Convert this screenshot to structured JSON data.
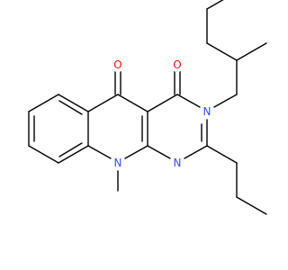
{
  "colors": {
    "background": "#ffffff",
    "bond": "#000000",
    "oxygen": "#ff0d0d",
    "nitrogen": "#3050f8",
    "carbon_label": "#000000"
  },
  "atoms": {
    "o1": "O",
    "o2": "O",
    "n_benzyl": "N",
    "n_ring": "N",
    "n_methyl": "N",
    "methyl_carbon": "C"
  }
}
